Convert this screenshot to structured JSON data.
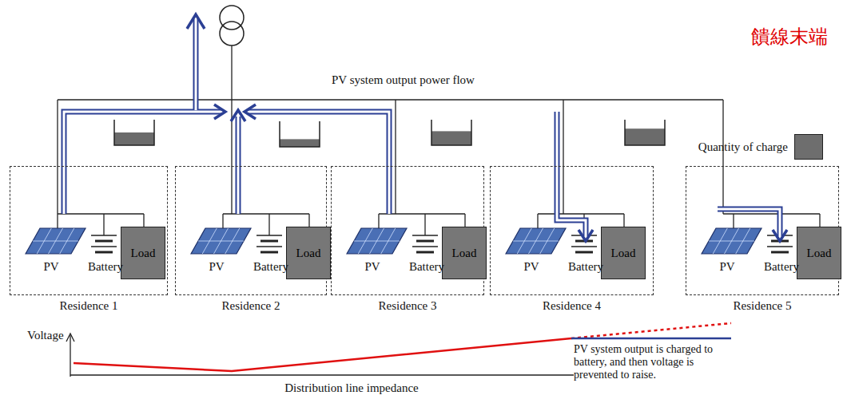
{
  "diagram": {
    "nodes": [
      {
        "text": [
          "Residence 1"
        ]
      },
      {
        "text": [
          "Load"
        ],
        "in": 0
      },
      {
        "text": [
          "Residence 2"
        ]
      },
      {
        "text": [
          "Load"
        ],
        "in": 2
      },
      {
        "text": [
          "Residence 3"
        ]
      },
      {
        "text": [
          "Load"
        ],
        "in": 4
      },
      {
        "text": [
          "Residence 4"
        ]
      },
      {
        "text": [
          "Load"
        ],
        "in": 6
      },
      {
        "text": [
          "Residence 5"
        ]
      },
      {
        "text": [
          "Load"
        ],
        "in": 8
      }
    ],
    "labels": [
      "PV system output power flow",
      "饋線末端",
      "PV",
      "Battery",
      "PV",
      "Battery",
      "PV",
      "Battery",
      "PV",
      "Battery",
      "PV",
      "Battery",
      "Voltage",
      "PV system output is charged to battery, and then voltage is prevented to raise.",
      "Distribution line impedance"
    ],
    "legend": [
      {
        "text": "Quantity of charge",
        "color": "#6e6e6e"
      }
    ]
  }
}
